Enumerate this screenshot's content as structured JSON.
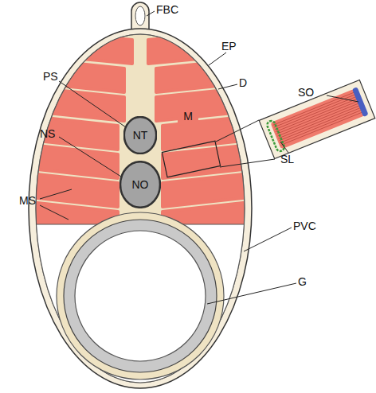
{
  "diagram": {
    "nodes": [
      {
        "text": [
          "M"
        ]
      },
      {
        "text": [
          "NT"
        ]
      },
      {
        "text": [
          "NO"
        ]
      }
    ],
    "labels": [
      "FBC",
      "EP",
      "PS",
      "D",
      "SO",
      "NS",
      "SL",
      "MS",
      "PVC",
      "G"
    ]
  }
}
